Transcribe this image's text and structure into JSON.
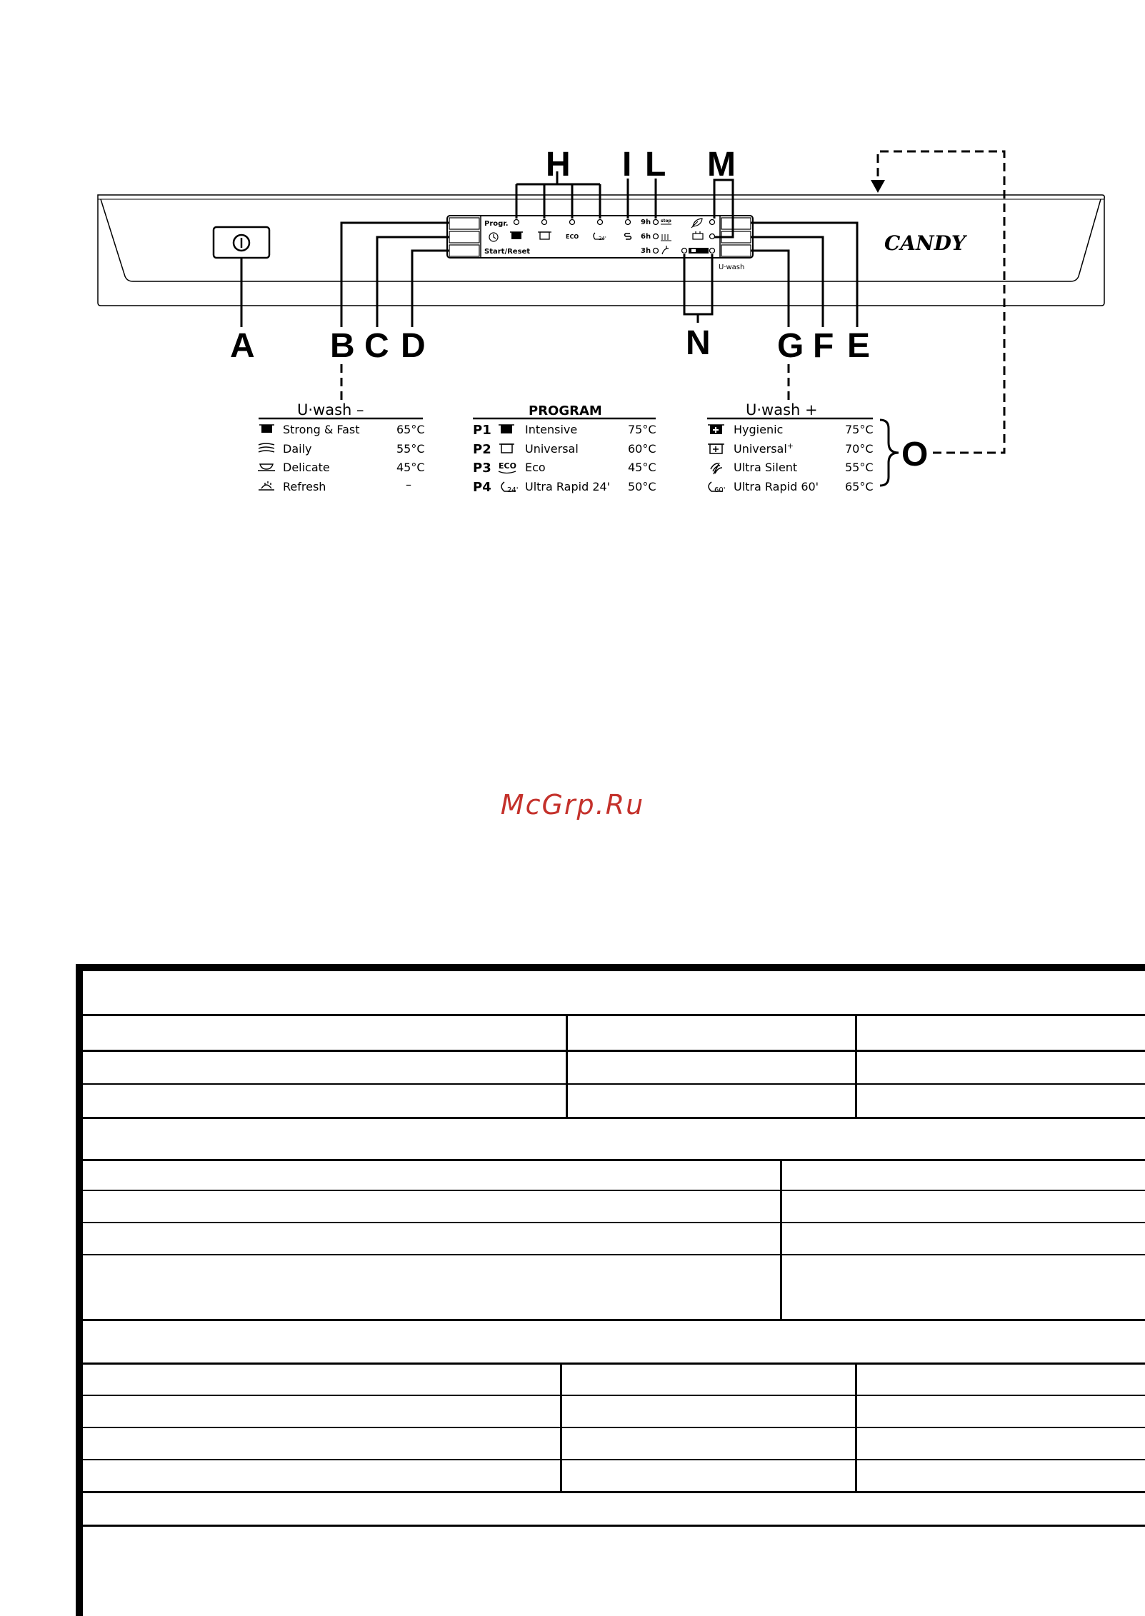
{
  "panel": {
    "brand": "CANDY",
    "power_symbol": "power-icon",
    "progr_label": "Progr.",
    "start_reset_label": "Start/Reset",
    "uwash_label": "U·wash",
    "delay_9h": "9h",
    "delay_6h": "6h",
    "delay_3h": "3h",
    "stop_label": "stop",
    "eco_label": "ECO",
    "p24_label": "24'"
  },
  "callouts": {
    "A": "A",
    "B": "B",
    "C": "C",
    "D": "D",
    "E": "E",
    "F": "F",
    "G": "G",
    "H": "H",
    "I": "I",
    "L": "L",
    "M": "M",
    "N": "N",
    "O": "O"
  },
  "legend_minus": {
    "title": "U·wash –",
    "rows": [
      {
        "icon": "strong-fast-icon",
        "name": "Strong & Fast",
        "temp": "65°C"
      },
      {
        "icon": "daily-icon",
        "name": "Daily",
        "temp": "55°C"
      },
      {
        "icon": "delicate-icon",
        "name": "Delicate",
        "temp": "45°C"
      },
      {
        "icon": "refresh-icon",
        "name": "Refresh",
        "temp": "–"
      }
    ]
  },
  "legend_program": {
    "title": "PROGRAM",
    "rows": [
      {
        "code": "P1",
        "icon": "intensive-icon",
        "name": "Intensive",
        "temp": "75°C"
      },
      {
        "code": "P2",
        "icon": "universal-icon",
        "name": "Universal",
        "temp": "60°C"
      },
      {
        "code": "P3",
        "icon": "eco-icon",
        "name": "Eco",
        "temp": "45°C"
      },
      {
        "code": "P4",
        "icon": "rapid-24-icon",
        "name": "Ultra Rapid 24'",
        "temp": "50°C"
      }
    ]
  },
  "legend_plus": {
    "title": "U·wash +",
    "rows": [
      {
        "icon": "hygienic-icon",
        "name": "Hygienic",
        "temp": "75°C"
      },
      {
        "icon": "universal-plus-icon",
        "name": "Universal",
        "sup": "+",
        "temp": "70°C"
      },
      {
        "icon": "ultra-silent-icon",
        "name": "Ultra Silent",
        "temp": "55°C"
      },
      {
        "icon": "rapid-60-icon",
        "name": "Ultra Rapid 60'",
        "temp": "65°C"
      }
    ]
  },
  "watermark": "McGrp.Ru",
  "colors": {
    "watermark": "#c4312b",
    "ink": "#000000"
  }
}
